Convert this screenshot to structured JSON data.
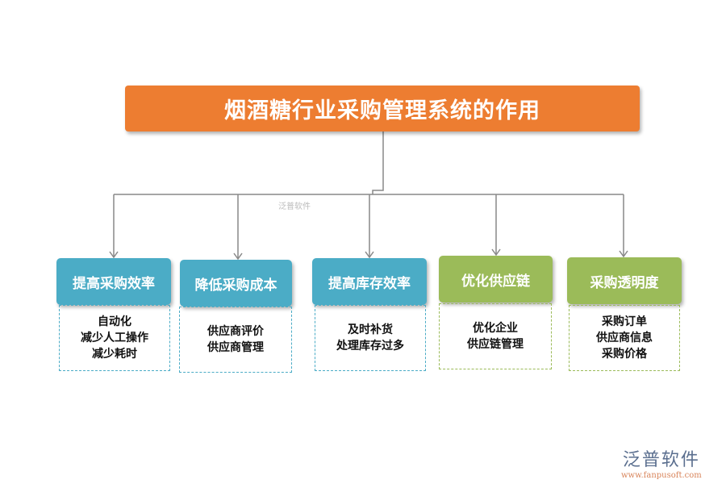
{
  "title": "烟酒糖行业采购管理系统的作用",
  "colors": {
    "title": "#ED7D31",
    "teal": "#4BACC6",
    "green": "#9BBB59"
  },
  "nodes": [
    {
      "label": "提高采购效率",
      "items": [
        "自动化",
        "减少人工操作",
        "减少耗时"
      ],
      "color": "#4BACC6"
    },
    {
      "label": "降低采购成本",
      "items": [
        "供应商评价",
        "供应商管理"
      ],
      "color": "#4BACC6"
    },
    {
      "label": "提高库存效率",
      "items": [
        "及时补货",
        "处理库存过多"
      ],
      "color": "#4BACC6"
    },
    {
      "label": "优化供应链",
      "items": [
        "优化企业",
        "供应链管理"
      ],
      "color": "#9BBB59"
    },
    {
      "label": "采购透明度",
      "items": [
        "采购订单",
        "供应商信息",
        "采购价格"
      ],
      "color": "#9BBB59"
    }
  ],
  "watermark": "泛普软件",
  "logo": {
    "name": "泛普软件",
    "url": "www.fanpusoft.com"
  }
}
